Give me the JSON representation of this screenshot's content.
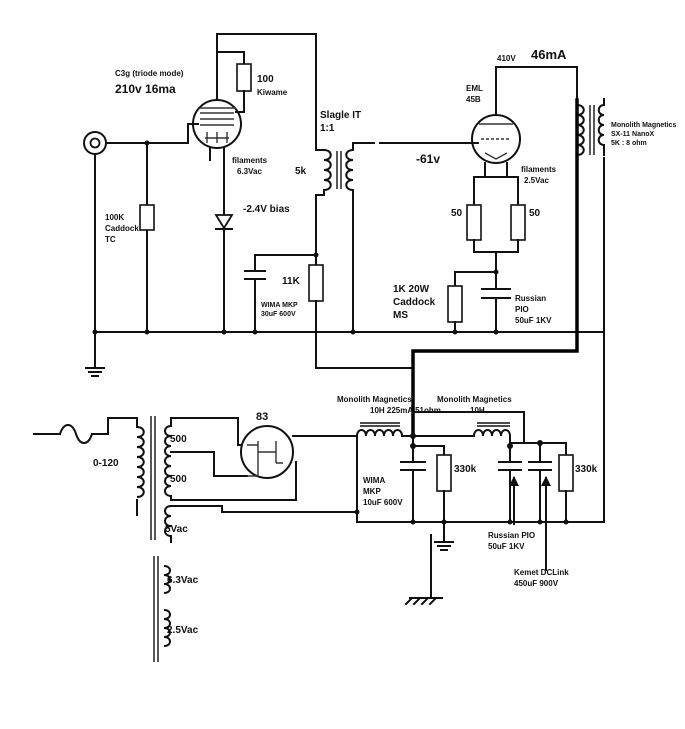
{
  "labels": {
    "c3g_title": "C3g (triode mode)",
    "c3g_op": "210v 16ma",
    "plate_res_value": "100",
    "plate_res_brand": "Kiwame",
    "c3g_filaments": "filaments",
    "c3g_filament_voltage": "6.3Vac",
    "grid_res_value": "100K",
    "grid_res_brand": "Caddock",
    "grid_res_type": "TC",
    "bias": "-2.4V bias",
    "it_title": "Slagle IT",
    "it_ratio": "1:1",
    "it_impedance": "5k",
    "res_11k": "11K",
    "wima_cap_brand": "WIMA MKP",
    "wima_cap_value": "30uF 600V",
    "output_voltage": "410V",
    "output_current": "46mA",
    "tube_45b_brand": "EML",
    "tube_45b_type": "45B",
    "grid_voltage_45b": "-61v",
    "filament_45b": "filaments",
    "filament_45b_voltage": "2.5Vac",
    "fil_res_left": "50",
    "fil_res_right": "50",
    "cathode_res_value": "1K 20W",
    "cathode_res_brand": "Caddock",
    "cathode_res_type": "MS",
    "cathode_cap_brand": "Russian",
    "cathode_cap_type": "PIO",
    "cathode_cap_value": "50uF 1KV",
    "ot_brand": "Monolith Magnetics",
    "ot_model": "SX-11 NanoX",
    "ot_ratio": "5K : 8 ohm",
    "choke1_brand": "Monolith Magnetics",
    "choke1_spec": "10H  225mA 51ohm",
    "choke2_brand": "Monolith Magnetics",
    "choke2_spec": "10H",
    "rect_tube": "83",
    "secondary_hv_1": "500",
    "secondary_hv_2": "500",
    "secondary_5v": "5Vac",
    "secondary_63v": "6.3Vac",
    "secondary_25v": "2.5Vac",
    "primary_voltage": "0-120",
    "filter_cap1_brand": "WIMA",
    "filter_cap1_type": "MKP",
    "filter_cap1_value": "10uF 600V",
    "bleeder1": "330k",
    "bleeder2": "330k",
    "filter_cap2_brand": "Russian PIO",
    "filter_cap2_value": "50uF 1KV",
    "filter_cap3_brand": "Kemet DCLink",
    "filter_cap3_value": "450uF 900V"
  }
}
